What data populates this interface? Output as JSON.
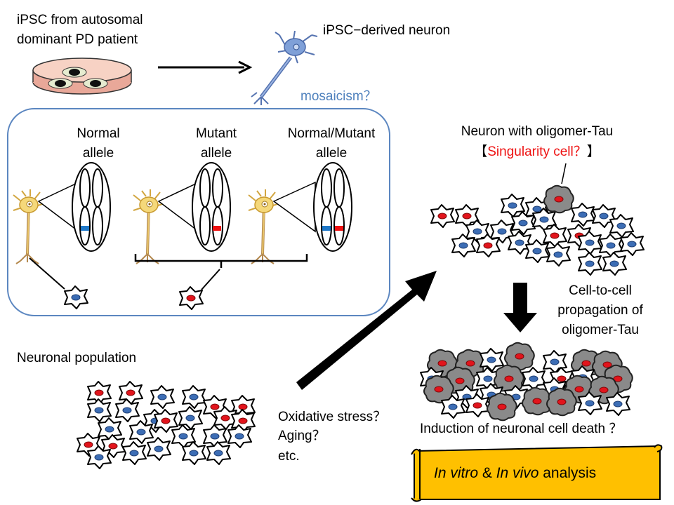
{
  "top": {
    "source_line1": "iPSC from autosomal",
    "source_line2": "dominant PD patient",
    "neuron_label": "iPSC−derived neuron",
    "mosaicism_label": "mosaicism？"
  },
  "alleles": {
    "normal_line1": "Normal",
    "normal_line2": "allele",
    "mutant_line1": "Mutant",
    "mutant_line2": "allele",
    "mixed_line1": "Normal/Mutant",
    "mixed_line2": "allele"
  },
  "oligomer": {
    "title": "Neuron with oligomer-Tau",
    "bracket_open": "【",
    "singularity": "Singularity  cell？",
    "bracket_close": "】"
  },
  "propagation": {
    "line1": "Cell-to-cell",
    "line2": "propagation of",
    "line3": "oligomer-Tau"
  },
  "population": {
    "label": "Neuronal population"
  },
  "stress": {
    "line1": "Oxidative stress？",
    "line2": "Aging？",
    "line3": "etc."
  },
  "death": {
    "label": "Induction of neuronal cell death ？"
  },
  "banner": {
    "in_vitro": "In vitro",
    "amp": " & ",
    "in_vivo": "In vivo",
    "analysis": " analysis"
  },
  "colors": {
    "normal_allele": "#1f78c8",
    "mutant_allele": "#ee1111",
    "panel_border": "#5b86c0",
    "mosaicism": "#4f81bd",
    "banner_fill": "#ffc000",
    "aggregate": "#8a8a8a",
    "neuron_body": "#f5d87a",
    "ipsc_neuron": "#7fa0d8"
  }
}
